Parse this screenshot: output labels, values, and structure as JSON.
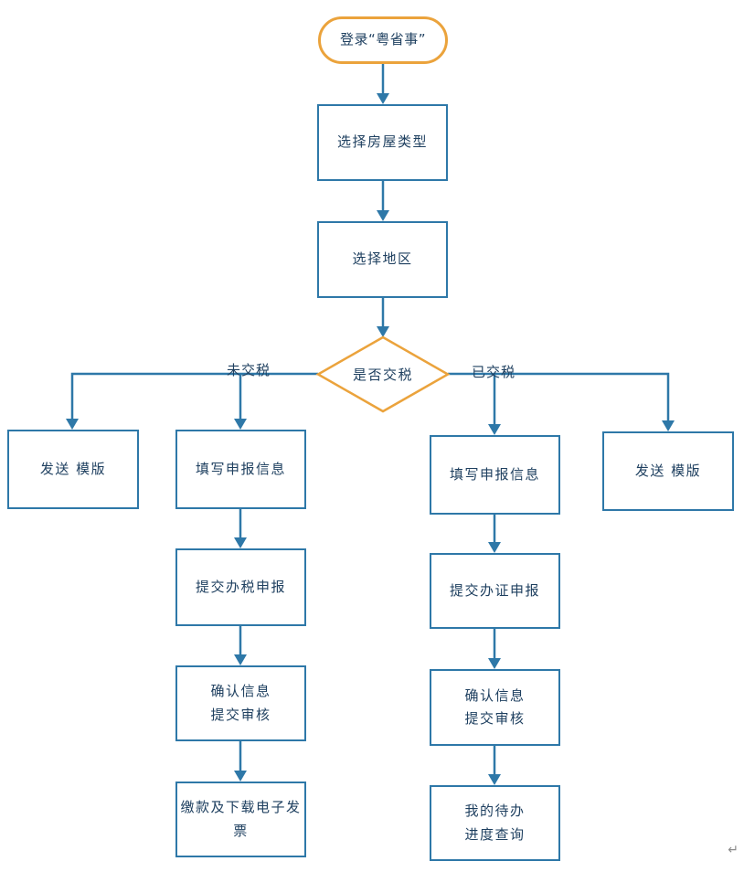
{
  "colors": {
    "line": "#2E78A8",
    "accent": "#EBA33C",
    "text": "#1F4060",
    "mark": "#8A8A8A"
  },
  "nodes": {
    "start": "登录“粤省事”",
    "select_house_type": "选择房屋类型",
    "select_region": "选择地区",
    "decision_tax": "是否交税",
    "left_send_template": "发送 模版",
    "left_fill_info": "填写申报信息",
    "left_submit_tax": "提交办税申报",
    "left_confirm_review": "确认信息\n提交审核",
    "left_pay_invoice": "缴款及下载电子发票",
    "right_fill_info": "填写申报信息",
    "right_submit_cert": "提交办证申报",
    "right_confirm_review": "确认信息\n提交审核",
    "right_todo_progress": "我的待办\n进度查询",
    "right_send_template": "发送 模版"
  },
  "edge_labels": {
    "no_tax": "未交税",
    "paid_tax": "已交税"
  },
  "misc": {
    "return_mark": "↵"
  }
}
